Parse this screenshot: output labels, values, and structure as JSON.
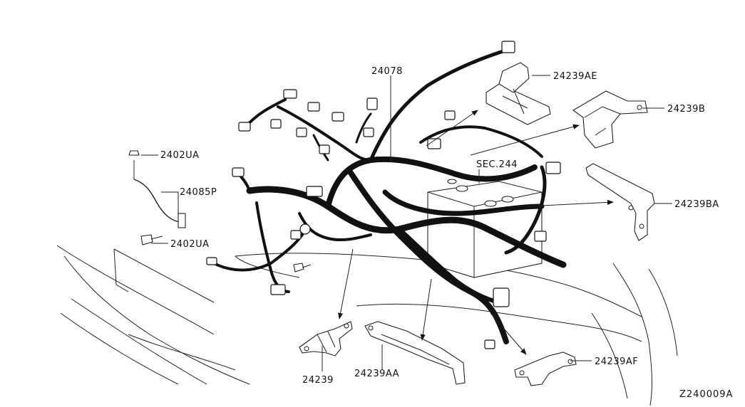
{
  "diagram": {
    "part_labels": {
      "p24078": "24078",
      "p24239AE": "24239AE",
      "p24239B": "24239B",
      "p2402UA_top": "2402UA",
      "p24085P": "24085P",
      "pSEC244": "SEC.244",
      "p24239BA": "24239BA",
      "p2402UA_bottom": "2402UA",
      "p24239": "24239",
      "p24239AA": "24239AA",
      "p24239AF": "24239AF"
    },
    "reference_code": "Z240009A"
  }
}
